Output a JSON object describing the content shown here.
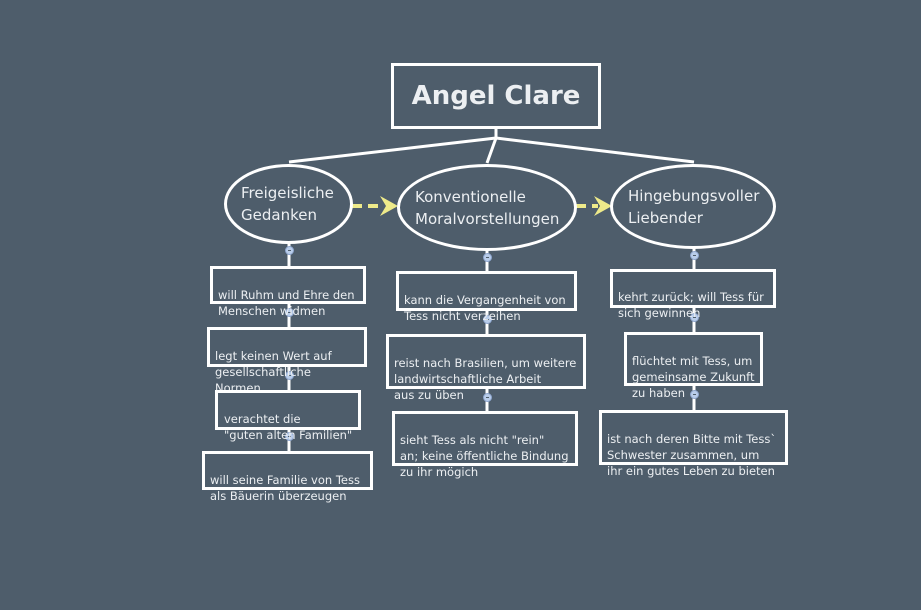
{
  "root": {
    "label": "Angel Clare"
  },
  "concepts": [
    {
      "id": "c1",
      "label": "Freigeisliche\nGedanken"
    },
    {
      "id": "c2",
      "label": "Konventionelle\nMoralvorstellungen"
    },
    {
      "id": "c3",
      "label": "Hingebungsvoller\nLiebender"
    }
  ],
  "columns": [
    {
      "concept": "c1",
      "items": [
        "will Ruhm und Ehre den\nMenschen widmen",
        "legt keinen Wert auf\ngesellschaftliche Normen",
        "verachtet die\n\"guten alten Familien\"",
        "will seine Familie von Tess\nals Bäuerin überzeugen"
      ]
    },
    {
      "concept": "c2",
      "items": [
        "kann die Vergangenheit von\nTess nicht verzeihen",
        "reist nach Brasilien, um weitere\nlandwirtschaftliche Arbeit\n aus zu üben",
        "sieht Tess als nicht \"rein\"\nan; keine öffentliche Bindung\nzu ihr mögich"
      ]
    },
    {
      "concept": "c3",
      "items": [
        "kehrt zurück; will Tess für\nsich gewinnen",
        "flüchtet mit Tess, um\ngemeinsame Zukunft\nzu haben",
        "ist nach deren Bitte mit Tess`\nSchwester zusammen, um\nihr ein gutes Leben zu bieten"
      ]
    }
  ],
  "arrows": [
    {
      "from": "c1",
      "to": "c2",
      "style": "dashed"
    },
    {
      "from": "c2",
      "to": "c3",
      "style": "dashed"
    }
  ],
  "colors": {
    "background": "#4e5d6b",
    "stroke": "#ffffff",
    "arrow": "#eeea8a",
    "knob": "#b9cdea"
  }
}
